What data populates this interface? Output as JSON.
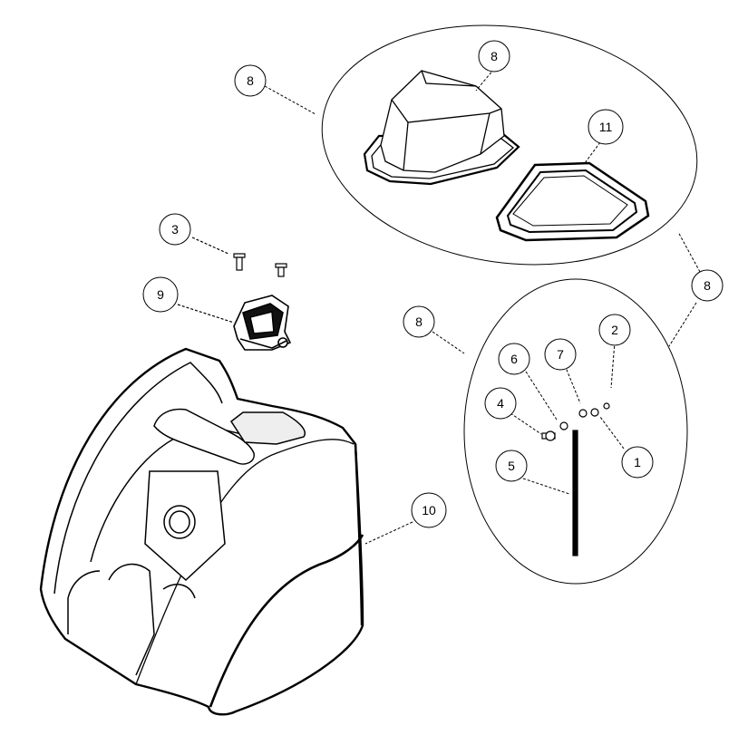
{
  "callouts": [
    {
      "id": "callout-8-upper-left",
      "label": "8"
    },
    {
      "id": "callout-8-top",
      "label": "8"
    },
    {
      "id": "callout-11",
      "label": "11"
    },
    {
      "id": "callout-3",
      "label": "3"
    },
    {
      "id": "callout-9",
      "label": "9"
    },
    {
      "id": "callout-8-right",
      "label": "8"
    },
    {
      "id": "callout-8-mid",
      "label": "8"
    },
    {
      "id": "callout-2",
      "label": "2"
    },
    {
      "id": "callout-6",
      "label": "6"
    },
    {
      "id": "callout-7",
      "label": "7"
    },
    {
      "id": "callout-4",
      "label": "4"
    },
    {
      "id": "callout-1",
      "label": "1"
    },
    {
      "id": "callout-5",
      "label": "5"
    },
    {
      "id": "callout-10",
      "label": "10"
    }
  ],
  "colors": {
    "line": "#000000",
    "background": "#ffffff"
  }
}
